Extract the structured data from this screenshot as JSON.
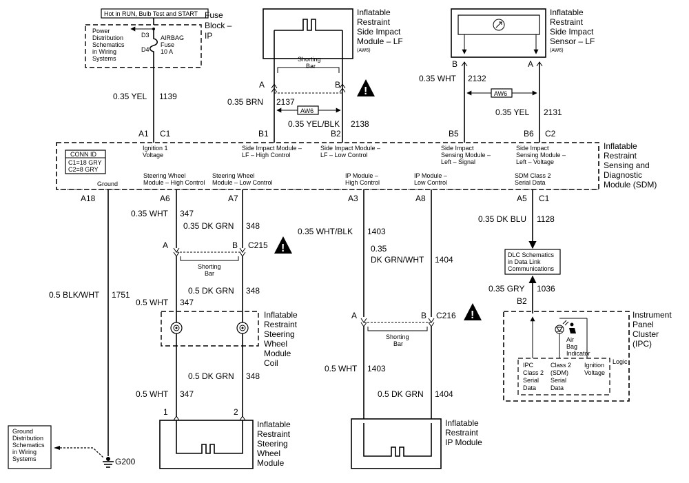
{
  "hot_label": "Hot in RUN, Bulb Test and START",
  "power_ref": [
    "Power",
    "Distribution",
    "Schematics",
    "in Wiring",
    "Systems"
  ],
  "fuse": {
    "pin_in": "D3",
    "pin_out": "D4",
    "name_lines": [
      "AIRBAG",
      "Fuse",
      "10 A"
    ],
    "block_lines": [
      "Fuse",
      "Block –",
      "IP"
    ]
  },
  "side_module_lf": {
    "title_lines": [
      "Inflatable",
      "Restraint",
      "Side Impact",
      "Module – LF"
    ],
    "option": "(AW6)",
    "shorting_bar": [
      "Shorting",
      "Bar"
    ],
    "pin_a": "A",
    "pin_b": "B"
  },
  "side_sensor_lf": {
    "title_lines": [
      "Inflatable",
      "Restraint",
      "Side Impact",
      "Sensor – LF"
    ],
    "option": "(AW6)",
    "pin_b": "B",
    "pin_a": "A"
  },
  "aw6_tag": "AW6",
  "wires": {
    "w1139": {
      "gauge": "0.35 YEL",
      "circuit": "1139"
    },
    "w2137": {
      "gauge": "0.35 BRN",
      "circuit": "2137"
    },
    "w2138": {
      "gauge": "0.35 YEL/BLK",
      "circuit": "2138"
    },
    "w2132": {
      "gauge": "0.35 WHT",
      "circuit": "2132"
    },
    "w2131": {
      "gauge": "0.35 YEL",
      "circuit": "2131"
    },
    "w347": {
      "gauge": "0.35 WHT",
      "circuit": "347"
    },
    "w348": {
      "gauge": "0.35 DK GRN",
      "circuit": "348"
    },
    "w1403": {
      "gauge": "0.35 WHT/BLK",
      "circuit": "1403"
    },
    "w1404": {
      "gauge_lines": [
        "0.35",
        "DK GRN/WHT"
      ],
      "circuit": "1404"
    },
    "w1128": {
      "gauge": "0.35 DK BLU",
      "circuit": "1128"
    },
    "w1751": {
      "gauge": "0.5 BLK/WHT",
      "circuit": "1751"
    },
    "w1036": {
      "gauge": "0.35 GRY",
      "circuit": "1036"
    },
    "w348b": {
      "gauge": "0.5 DK GRN",
      "circuit": "348"
    },
    "w347b": {
      "gauge": "0.5 WHT",
      "circuit": "347"
    },
    "w348c": {
      "gauge": "0.5 DK GRN",
      "circuit": "348"
    },
    "w347c": {
      "gauge": "0.5 WHT",
      "circuit": "347"
    },
    "w1403b": {
      "gauge": "0.5 WHT",
      "circuit": "1403"
    },
    "w1404b": {
      "gauge": "0.5 DK GRN",
      "circuit": "1404"
    }
  },
  "sdm": {
    "title_lines": [
      "Inflatable",
      "Restraint",
      "Sensing and",
      "Diagnostic",
      "Module (SDM)"
    ],
    "conn_id": [
      "CONN ID",
      "C1=18 GRY",
      "C2=8 GRY"
    ],
    "top_pins": [
      {
        "pin": "A1",
        "conn": "C1",
        "label": [
          "Ignition 1",
          "Voltage"
        ]
      },
      {
        "pin": "B1",
        "conn": "",
        "label": [
          "Side Impact Module –",
          "LF – High Control"
        ]
      },
      {
        "pin": "B2",
        "conn": "",
        "label": [
          "Side Impact Module –",
          "LF – Low Control"
        ]
      },
      {
        "pin": "B5",
        "conn": "",
        "label": [
          "Side Impact",
          "Sensing Module –",
          "Left – Signal"
        ]
      },
      {
        "pin": "B6",
        "conn": "C2",
        "label": [
          "Side Impact",
          "Sensing Module –",
          "Left – Voltage"
        ]
      }
    ],
    "bottom_pins": [
      {
        "pin": "A18",
        "conn": "",
        "label": [
          "Ground"
        ]
      },
      {
        "pin": "A6",
        "conn": "",
        "label": [
          "Steering Wheel",
          "Module – High Control"
        ]
      },
      {
        "pin": "A7",
        "conn": "",
        "label": [
          "Steering Wheel",
          "Module – Low Control"
        ]
      },
      {
        "pin": "A3",
        "conn": "",
        "label": [
          "IP Module –",
          "High Control"
        ]
      },
      {
        "pin": "A8",
        "conn": "",
        "label": [
          "IP Module –",
          "Low Control"
        ]
      },
      {
        "pin": "A5",
        "conn": "C1",
        "label": [
          "SDM Class 2",
          "Serial Data"
        ]
      }
    ]
  },
  "c215": {
    "name": "C215",
    "pin_a": "A",
    "pin_b": "B",
    "shorting_bar": [
      "Shorting",
      "Bar"
    ]
  },
  "c216": {
    "name": "C216",
    "pin_a": "A",
    "pin_b": "B",
    "shorting_bar": [
      "Shorting",
      "Bar"
    ]
  },
  "coil": {
    "title_lines": [
      "Inflatable",
      "Restraint",
      "Steering",
      "Wheel",
      "Module",
      "Coil"
    ]
  },
  "steering_module": {
    "pin1": "1",
    "pin2": "2",
    "title_lines": [
      "Inflatable",
      "Restraint",
      "Steering",
      "Wheel",
      "Module"
    ]
  },
  "ip_module": {
    "title_lines": [
      "Inflatable",
      "Restraint",
      "IP Module"
    ]
  },
  "dlc_ref": [
    "DLC Schematics",
    "in Data Link",
    "Communications"
  ],
  "ipc": {
    "pin": "B2",
    "title_lines": [
      "Instrument",
      "Panel",
      "Cluster",
      "(IPC)"
    ],
    "indicator": [
      "Air",
      "Bag",
      "Indicator"
    ],
    "logic": "Logic",
    "ipc_class2": [
      "IPC",
      "Class 2",
      "Serial",
      "Data"
    ],
    "sdm_class2": [
      "Class 2",
      "(SDM)",
      "Serial",
      "Data"
    ],
    "ign_voltage": [
      "Ignition",
      "Voltage"
    ]
  },
  "ground_ref": [
    "Ground",
    "Distribution",
    "Schematics",
    "in Wiring",
    "Systems"
  ],
  "ground_id": "G200"
}
